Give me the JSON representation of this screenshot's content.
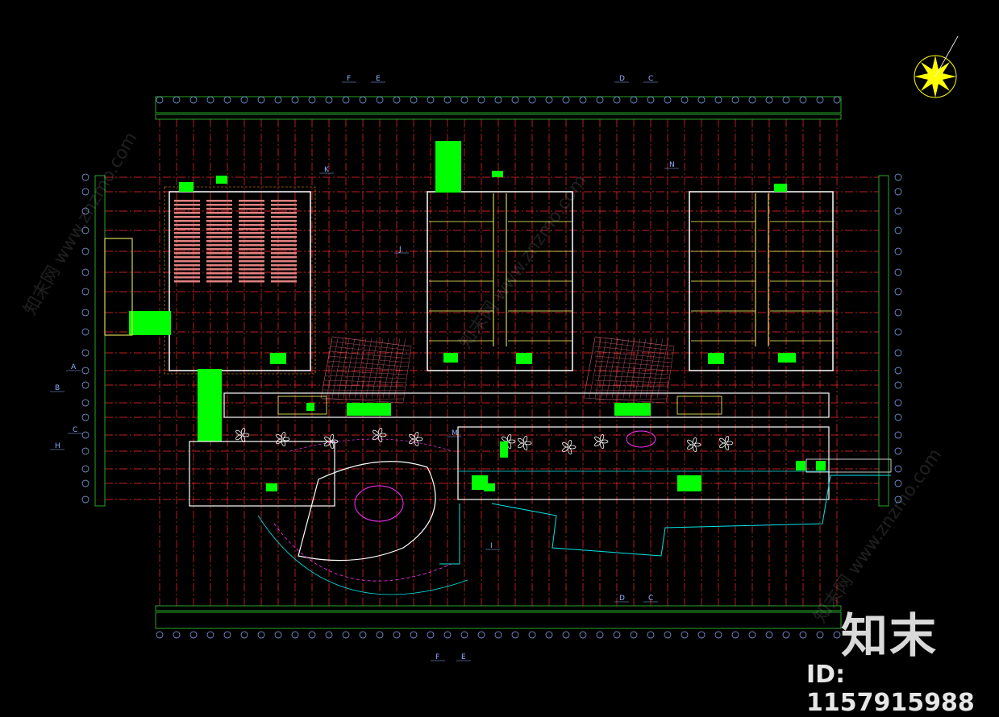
{
  "drawing": {
    "title": "",
    "colors": {
      "background": "#000000",
      "grid_axis": "#ff2a2a",
      "walls": "#ffffff",
      "room_walls": "#ffff66",
      "green_fill": "#00ff00",
      "green_line": "#33ff33",
      "cyan_line": "#00e5e5",
      "magenta_line": "#ff33ff",
      "orange_line": "#ff9900",
      "dim_green": "#33cc33"
    },
    "section_marks": [
      "F",
      "E",
      "D",
      "C",
      "J",
      "K",
      "N",
      "A",
      "B",
      "C",
      "H",
      "I",
      "M",
      "D",
      "C",
      "F",
      "E"
    ],
    "north_arrow": "north-arrow-icon"
  },
  "watermark": {
    "brand": "知末",
    "id_text": "ID: 1157915988",
    "diagonal": "知末网 www.znzmo.com"
  }
}
